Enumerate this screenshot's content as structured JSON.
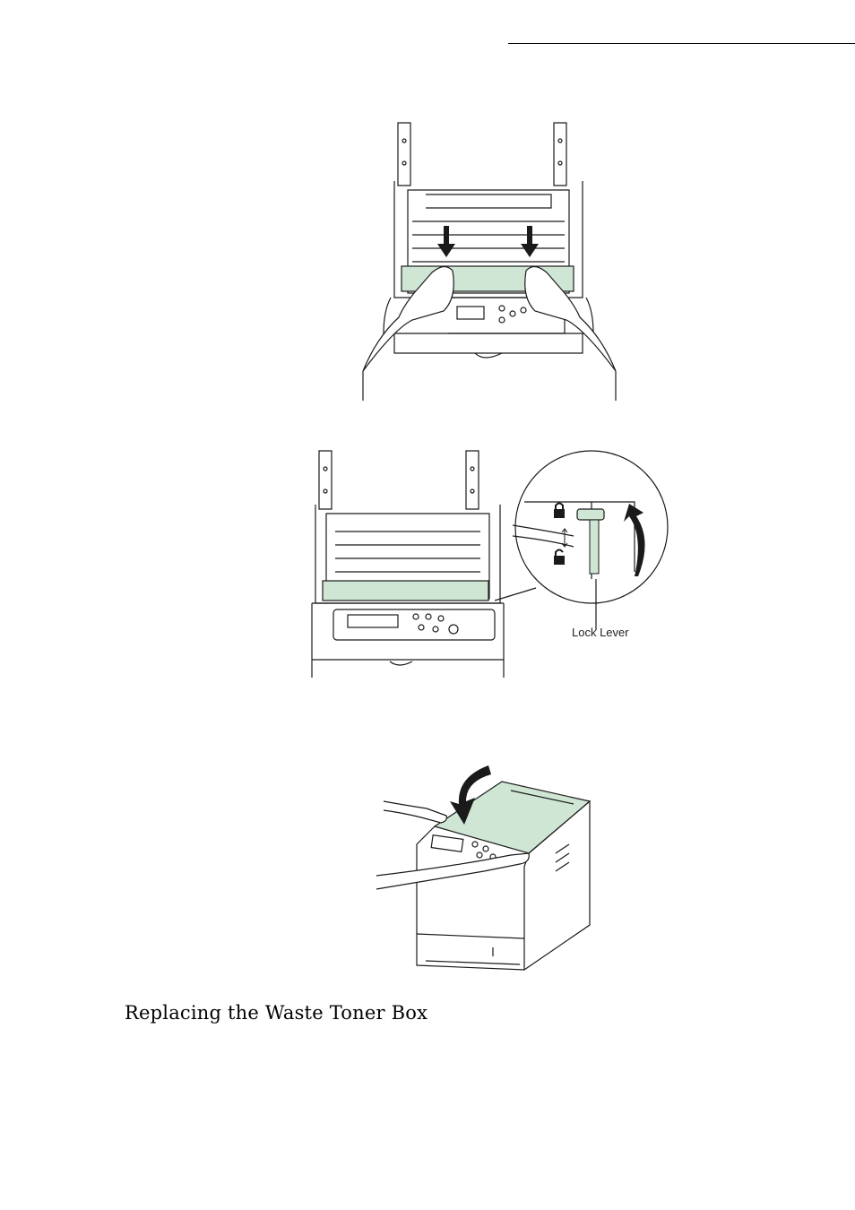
{
  "header": {},
  "figures": [
    {
      "id": "install-toner-container-hands"
    },
    {
      "id": "lock-lever-detail",
      "callout_label": "Lock Lever"
    },
    {
      "id": "close-top-cover"
    }
  ],
  "section": {
    "heading": "Replacing the Waste Toner Box"
  },
  "colors": {
    "highlight_green": "#cfe6d4",
    "line": "#1a1a1a"
  }
}
